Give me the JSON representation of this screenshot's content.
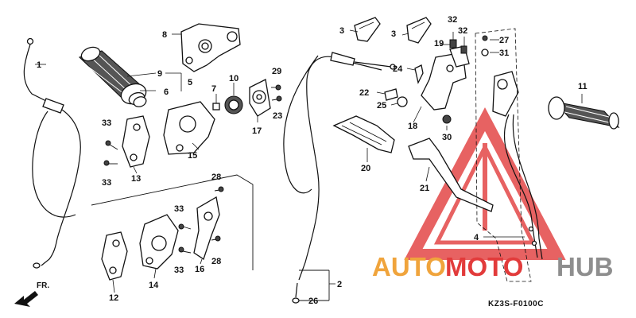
{
  "diagram": {
    "code": "KZ3S-F0100C",
    "direction_label": "FR.",
    "callouts": [
      "1",
      "2",
      "3",
      "3",
      "4",
      "5",
      "6",
      "7",
      "8",
      "9",
      "10",
      "11",
      "12",
      "13",
      "14",
      "15",
      "16",
      "17",
      "18",
      "19",
      "20",
      "21",
      "22",
      "23",
      "24",
      "25",
      "26",
      "27",
      "28",
      "28",
      "29",
      "30",
      "31",
      "32",
      "32",
      "33",
      "33",
      "33",
      "33"
    ]
  },
  "watermark": {
    "part1": "AUTO",
    "part2": "MOTO",
    "part3": "HUB",
    "colors": {
      "orange": "#f0a43c",
      "red": "#e23b3b",
      "gray": "#8e8e8e"
    }
  }
}
